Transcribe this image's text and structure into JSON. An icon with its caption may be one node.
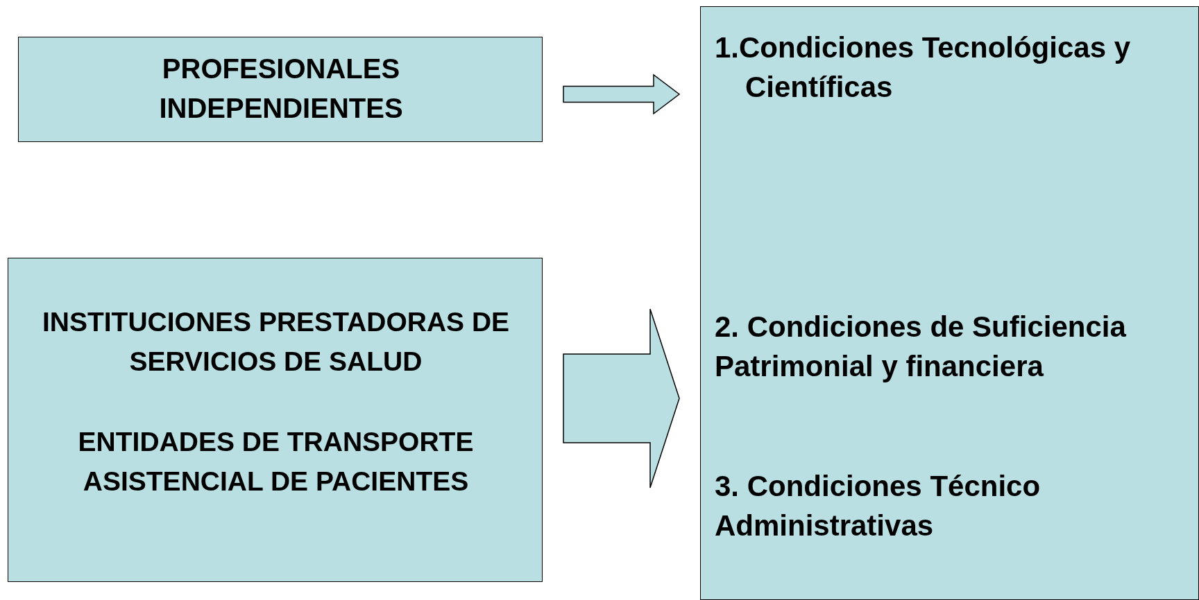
{
  "diagram": {
    "nodes": [
      {
        "text": [
          "PROFESIONALES INDEPENDIENTES"
        ]
      },
      {
        "text": [
          "INSTITUCIONES PRESTADORAS DE SERVICIOS DE SALUD",
          "ENTIDADES DE TRANSPORTE ASISTENCIAL DE PACIENTES"
        ]
      },
      {
        "text": [
          "1.Condiciones Tecnológicas y Científicas",
          "2. Condiciones de Suficiencia Patrimonial y financiera",
          "3. Condiciones Técnico Administrativas"
        ]
      }
    ],
    "edges": [
      {
        "from": 0,
        "to": 2,
        "arrow": "to"
      },
      {
        "from": 1,
        "to": 2,
        "arrow": "to"
      }
    ]
  }
}
